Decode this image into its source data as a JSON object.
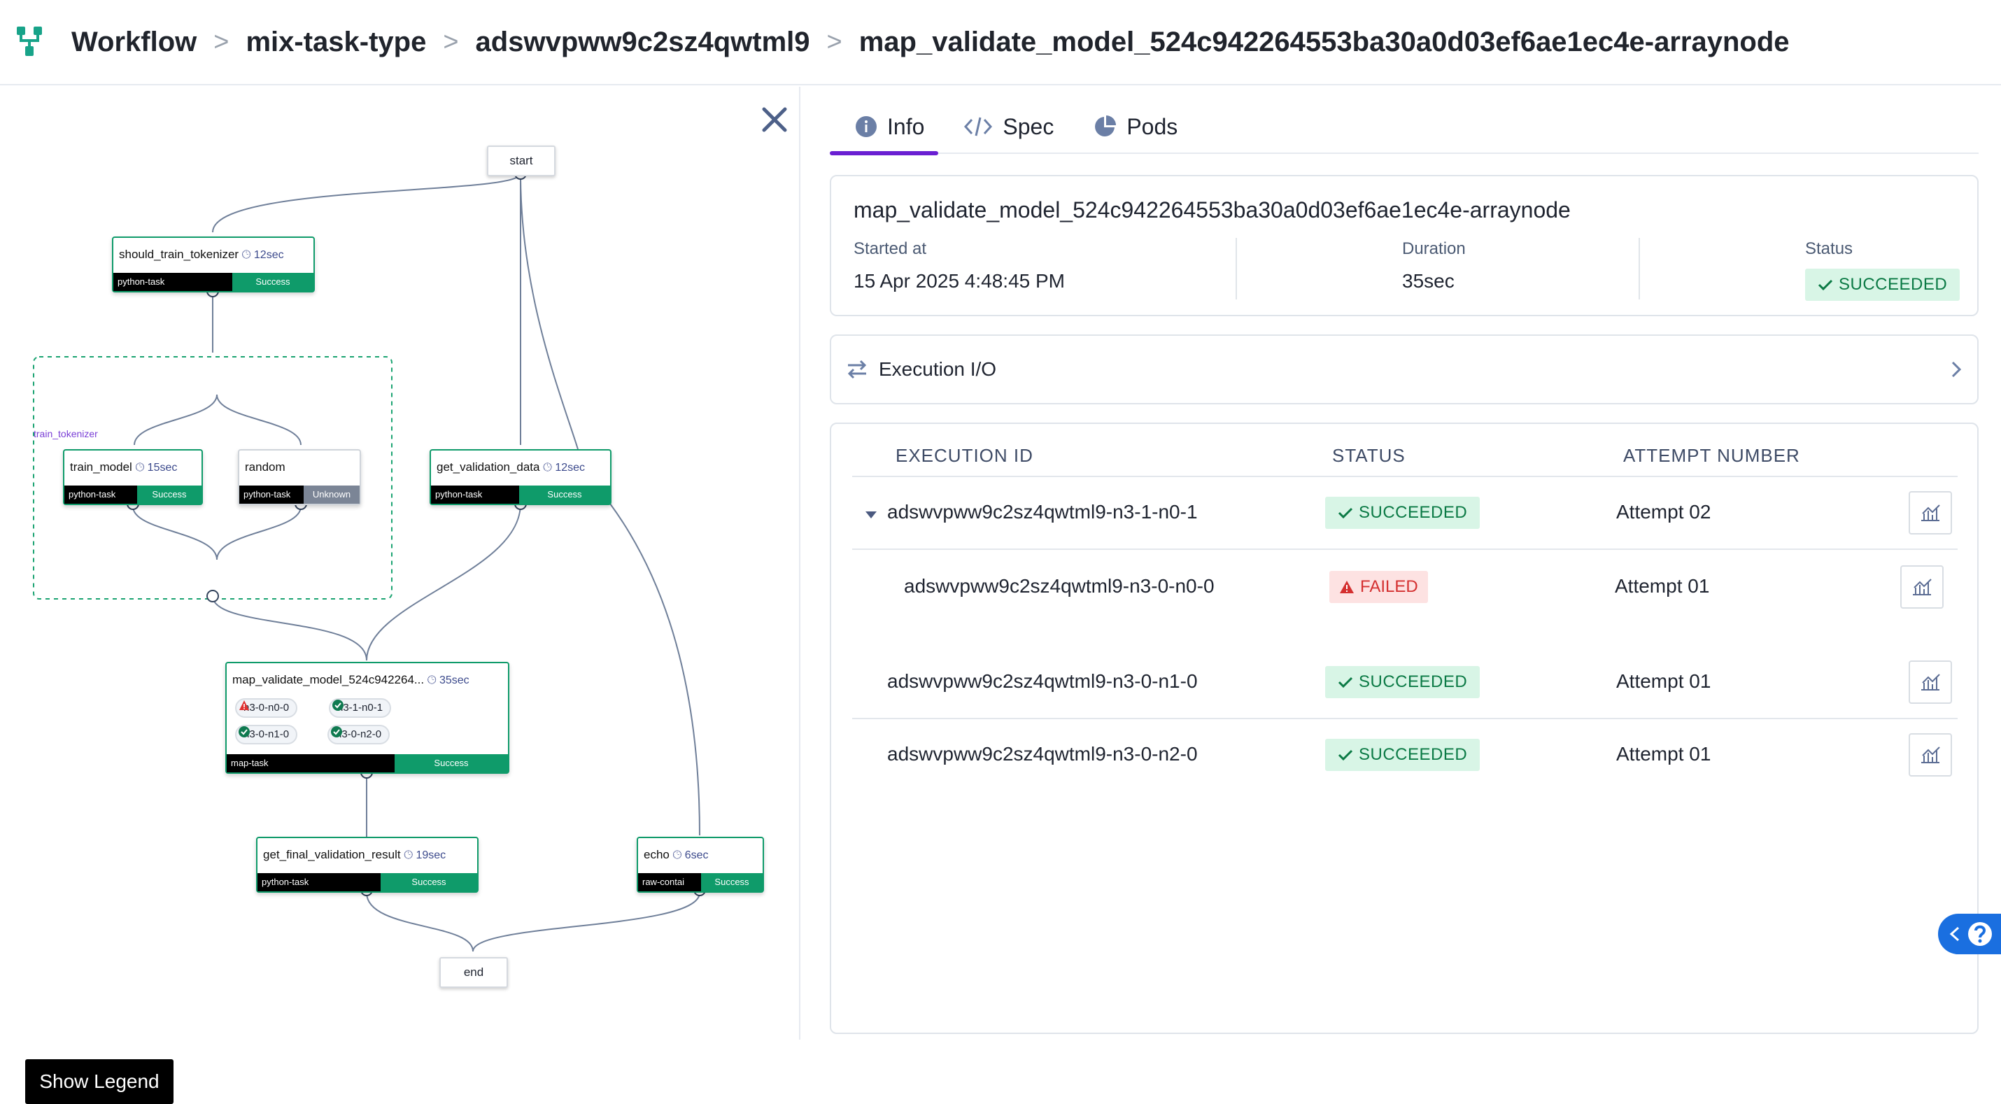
{
  "breadcrumb": {
    "items": [
      "Workflow",
      "mix-task-type",
      "adswvpww9c2sz4qwtml9",
      "map_validate_model_524c942264553ba30a0d03ef6ae1ec4e-arraynode"
    ],
    "separator": ">"
  },
  "graph": {
    "group_label": "train_tokenizer",
    "nodes": {
      "start": "start",
      "end": "end",
      "should_train_tokenizer": {
        "title": "should_train_tokenizer",
        "duration": "12sec",
        "type": "python-task",
        "status": "Success"
      },
      "train_model": {
        "title": "train_model",
        "duration": "15sec",
        "type": "python-task",
        "status": "Success"
      },
      "random": {
        "title": "random",
        "duration": "",
        "type": "python-task",
        "status": "Unknown"
      },
      "get_validation_data": {
        "title": "get_validation_data",
        "duration": "12sec",
        "type": "python-task",
        "status": "Success"
      },
      "map_validate_model": {
        "title": "map_validate_model_524c942264...",
        "duration": "35sec",
        "type": "map-task",
        "status": "Success",
        "chips": [
          "n3-0-n0-0",
          "n3-1-n0-1",
          "n3-0-n1-0",
          "n3-0-n2-0"
        ]
      },
      "get_final_validation_result": {
        "title": "get_final_validation_result",
        "duration": "19sec",
        "type": "python-task",
        "status": "Success"
      },
      "echo": {
        "title": "echo",
        "duration": "6sec",
        "type": "raw-contai",
        "status": "Success"
      }
    },
    "legend_button": "Show Legend"
  },
  "tabs": [
    {
      "label": "Info",
      "icon": "info-icon",
      "active": true
    },
    {
      "label": "Spec",
      "icon": "code-icon",
      "active": false
    },
    {
      "label": "Pods",
      "icon": "pie-chart-icon",
      "active": false
    }
  ],
  "summary": {
    "name": "map_validate_model_524c942264553ba30a0d03ef6ae1ec4e-arraynode",
    "started_label": "Started at",
    "started_value": "15 Apr 2025 4:48:45 PM",
    "duration_label": "Duration",
    "duration_value": "35sec",
    "status_label": "Status",
    "status_value": "SUCCEEDED"
  },
  "execution_io": {
    "label": "Execution I/O"
  },
  "table": {
    "columns": [
      "EXECUTION ID",
      "STATUS",
      "ATTEMPT NUMBER"
    ],
    "rows": [
      {
        "id": "adswvpww9c2sz4qwtml9-n3-1-n0-1",
        "status": "SUCCEEDED",
        "attempt": "Attempt 02"
      },
      {
        "id": "adswvpww9c2sz4qwtml9-n3-0-n0-0",
        "status": "FAILED",
        "attempt": "Attempt 01"
      },
      {
        "id": "adswvpww9c2sz4qwtml9-n3-0-n1-0",
        "status": "SUCCEEDED",
        "attempt": "Attempt 01"
      },
      {
        "id": "adswvpww9c2sz4qwtml9-n3-0-n2-0",
        "status": "SUCCEEDED",
        "attempt": "Attempt 01"
      }
    ]
  },
  "colors": {
    "success": "#0f9b6a",
    "accent": "#6a1fd2",
    "failed": "#d43030",
    "help": "#1a6fe0"
  }
}
